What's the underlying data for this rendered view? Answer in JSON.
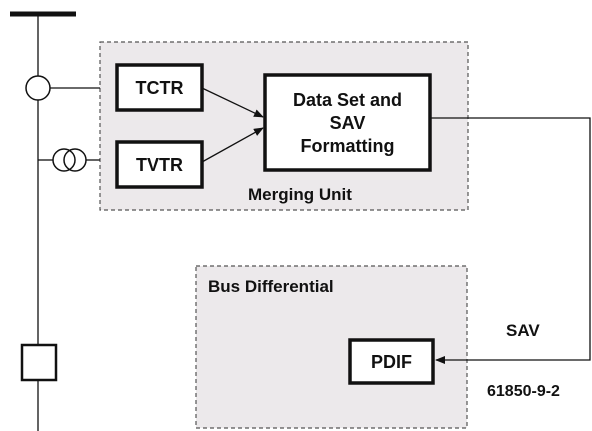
{
  "blocks": {
    "tctr": "TCTR",
    "tvtr": "TVTR",
    "dataset_line1": "Data Set and",
    "dataset_line2": "SAV",
    "dataset_line3": "Formatting",
    "merging_unit": "Merging Unit",
    "bus_differential": "Bus Differential",
    "pdif": "PDIF"
  },
  "link": {
    "protocol": "SAV",
    "standard": "61850-9-2"
  },
  "colors": {
    "zone_fill": "#ece9eb",
    "line": "#111111"
  }
}
